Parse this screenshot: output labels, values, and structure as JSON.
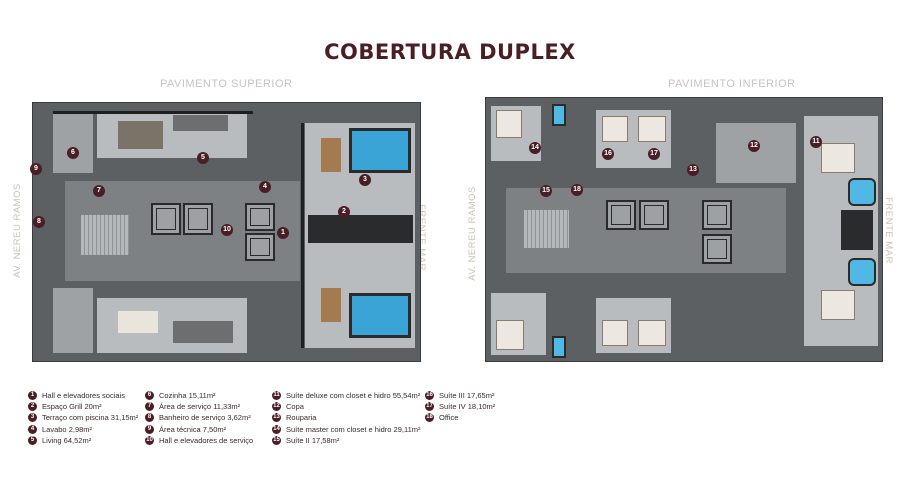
{
  "title": "COBERTURA DUPLEX",
  "upper_floor_label": "PAVIMENTO SUPERIOR",
  "lower_floor_label": "PAVIMENTO INFERIOR",
  "left_street": "AV. NEREU RAMOS",
  "right_street": "FRENTE MAR",
  "colors": {
    "accent": "#4a1e24",
    "pool": "#3aa4d6",
    "plan_bg": "#5d6062"
  },
  "upper_markers": [
    "1",
    "2",
    "3",
    "4",
    "5",
    "6",
    "7",
    "8",
    "9",
    "10"
  ],
  "lower_markers": [
    "11",
    "12",
    "13",
    "14",
    "15",
    "16",
    "17",
    "18"
  ],
  "legend": {
    "col1": [
      {
        "num": "1",
        "text": "Hall e elevadores sociais"
      },
      {
        "num": "2",
        "text": "Espaço Grill 20m²"
      },
      {
        "num": "3",
        "text": "Terraço com piscina 31,15m²"
      },
      {
        "num": "4",
        "text": "Lavabo 2,98m²"
      },
      {
        "num": "5",
        "text": "Living 64,52m²"
      }
    ],
    "col2": [
      {
        "num": "6",
        "text": "Cozinha 15,11m²"
      },
      {
        "num": "7",
        "text": "Área de serviço 11,33m²"
      },
      {
        "num": "8",
        "text": "Banheiro de serviço 3,62m²"
      },
      {
        "num": "9",
        "text": "Área técnica 7,50m²"
      },
      {
        "num": "10",
        "text": "Hall e elevadores de serviço"
      }
    ],
    "col3": [
      {
        "num": "11",
        "text": "Suíte deluxe com closet e hidro 55,54m²"
      },
      {
        "num": "12",
        "text": "Copa"
      },
      {
        "num": "13",
        "text": "Rouparia"
      },
      {
        "num": "14",
        "text": "Suíte master com closet e hidro 29,11m²"
      },
      {
        "num": "15",
        "text": "Suíte II 17,58m²"
      }
    ],
    "col4": [
      {
        "num": "16",
        "text": "Suíte III 17,65m²"
      },
      {
        "num": "17",
        "text": "Suíte IV 18,10m²"
      },
      {
        "num": "18",
        "text": "Office"
      }
    ]
  }
}
